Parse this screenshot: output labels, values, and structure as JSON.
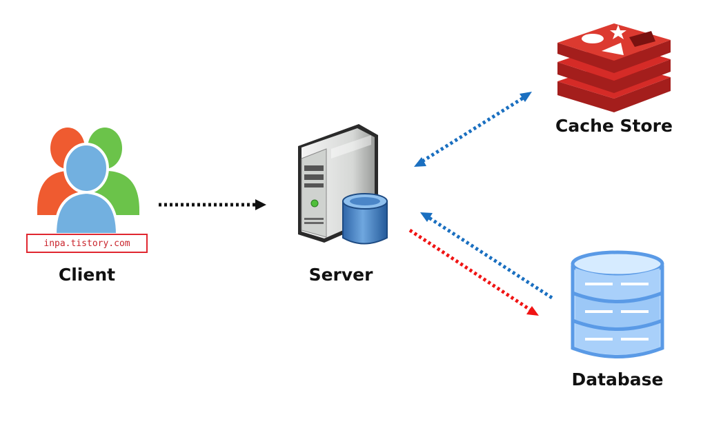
{
  "nodes": {
    "client": {
      "label": "Client",
      "watermark": "inpa.tistory.com"
    },
    "server": {
      "label": "Server"
    },
    "cache": {
      "label": "Cache Store"
    },
    "database": {
      "label": "Database"
    }
  },
  "edges": [
    {
      "from": "client",
      "to": "server",
      "color": "#111111",
      "style": "dotted",
      "direction": "forward"
    },
    {
      "from": "server",
      "to": "cache",
      "color": "#1a6fc0",
      "style": "dotted",
      "direction": "both"
    },
    {
      "from": "database",
      "to": "server",
      "color": "#1a6fc0",
      "style": "dotted",
      "direction": "forward"
    },
    {
      "from": "server",
      "to": "database",
      "color": "#f01414",
      "style": "dotted",
      "direction": "forward"
    }
  ],
  "colors": {
    "client_left": "#ef5b30",
    "client_right": "#6bc34a",
    "client_center": "#72b0e0",
    "cache_red": "#d52b27",
    "database_blue": "#7fb8ee",
    "server_gray": "#d8dcd8"
  },
  "icons": {
    "client": "users-group-icon",
    "server": "server-tower-icon",
    "cache": "redis-stack-icon",
    "database": "database-cylinder-icon"
  }
}
